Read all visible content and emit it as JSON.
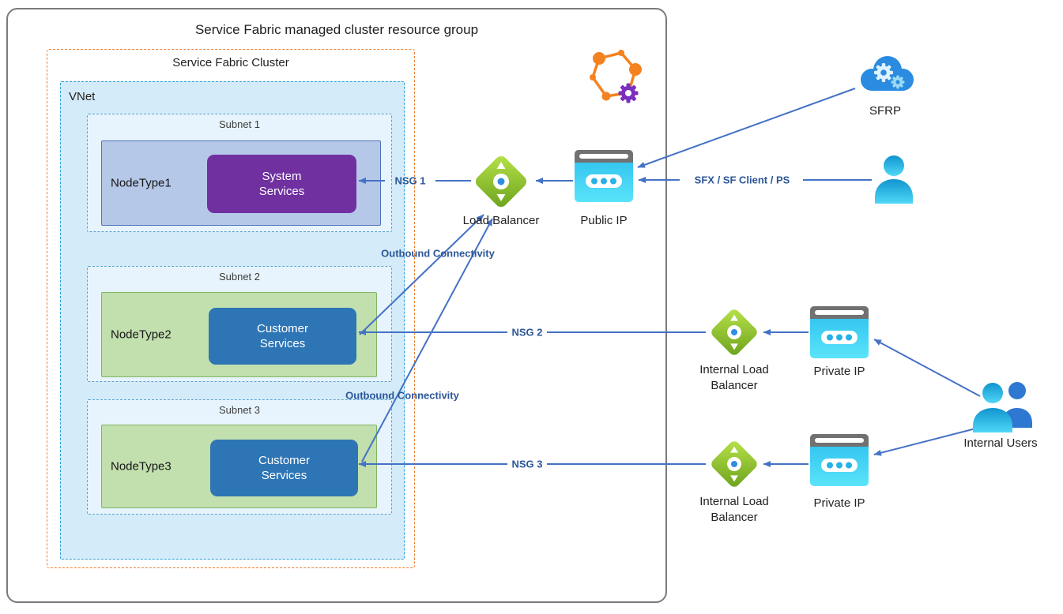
{
  "resource_group": {
    "title": "Service Fabric managed cluster resource group"
  },
  "cluster": {
    "title": "Service Fabric Cluster"
  },
  "vnet": {
    "label": "VNet"
  },
  "subnets": [
    {
      "label": "Subnet 1",
      "node_type": "NodeType1",
      "service": "System Services"
    },
    {
      "label": "Subnet 2",
      "node_type": "NodeType2",
      "service": "Customer Services"
    },
    {
      "label": "Subnet 3",
      "node_type": "NodeType3",
      "service": "Customer Services"
    }
  ],
  "nodes": {
    "load_balancer": "Load Balancer",
    "public_ip": "Public IP",
    "sfrp": "SFRP",
    "internal_load_balancer": "Internal Load Balancer",
    "private_ip": "Private IP",
    "internal_users": "Internal Users"
  },
  "arrows": {
    "nsg1": "NSG 1",
    "nsg2": "NSG 2",
    "nsg3": "NSG 3",
    "sfx_client": "SFX / SF Client / PS",
    "outbound": "Outbound Connectivity"
  },
  "colors": {
    "connector": "#4472c4",
    "arrow_label_text": "#2c5698",
    "cluster_dashed": "#ed7d31",
    "vnet_border": "#2b9fd9",
    "vnet_fill": "#d4ebf9",
    "subnet_fill": "#e7f4fd",
    "nodetype1_fill": "#b6c8e8",
    "nodetype_green_fill": "#c2dfae",
    "system_services": "#7030a0",
    "customer_services": "#2e75b6",
    "load_balancer_green": "#8ec63f",
    "ip_cyan": "#3ed0f2",
    "service_fabric_orange": "#f58220",
    "gear_purple": "#7b2fbe",
    "cloud_blue": "#2a8be0",
    "user_cyan": "#2cbde9"
  }
}
